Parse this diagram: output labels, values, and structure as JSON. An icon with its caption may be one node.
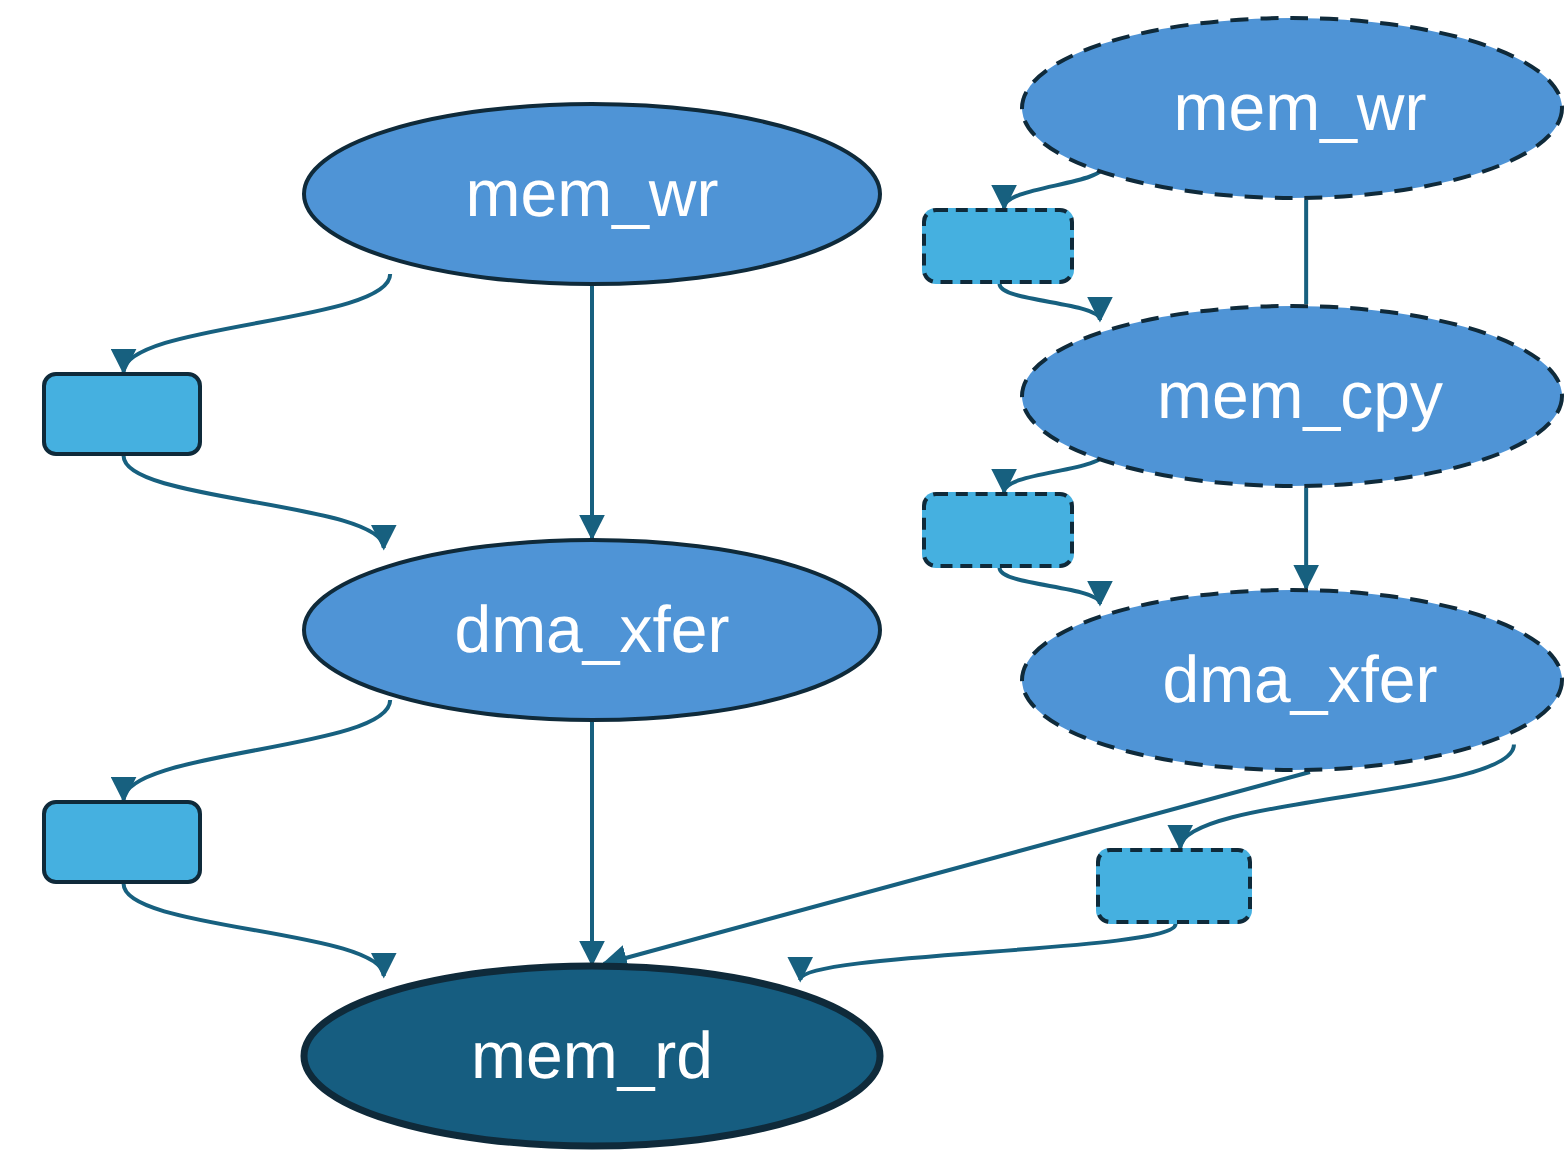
{
  "diagram": {
    "nodes": [
      {
        "text": [
          "mem_wr"
        ]
      },
      {
        "text": [],
        "shape": "box"
      },
      {
        "text": [
          "dma_xfer"
        ]
      },
      {
        "text": [],
        "shape": "box"
      },
      {
        "text": [
          "mem_rd"
        ]
      },
      {
        "text": [
          "mem_wr"
        ]
      },
      {
        "text": [],
        "shape": "box"
      },
      {
        "text": [
          "mem_cpy"
        ]
      },
      {
        "text": [],
        "shape": "box"
      },
      {
        "text": [
          "dma_xfer"
        ]
      },
      {
        "text": [],
        "shape": "box"
      }
    ],
    "edges": [
      {
        "from": 0,
        "to": 1,
        "arrow": "to"
      },
      {
        "from": 1,
        "to": 2,
        "arrow": "to"
      },
      {
        "from": 0,
        "to": 2,
        "arrow": "to"
      },
      {
        "from": 2,
        "to": 3,
        "arrow": "to"
      },
      {
        "from": 3,
        "to": 4,
        "arrow": "to"
      },
      {
        "from": 2,
        "to": 4,
        "arrow": "to"
      },
      {
        "from": 5,
        "to": 6,
        "arrow": "to"
      },
      {
        "from": 6,
        "to": 7,
        "arrow": "to"
      },
      {
        "from": 5,
        "to": 7,
        "arrow": "none"
      },
      {
        "from": 7,
        "to": 8,
        "arrow": "to"
      },
      {
        "from": 8,
        "to": 9,
        "arrow": "to"
      },
      {
        "from": 7,
        "to": 9,
        "arrow": "to"
      },
      {
        "from": 9,
        "to": 10,
        "arrow": "to"
      },
      {
        "from": 10,
        "to": 4,
        "arrow": "to"
      },
      {
        "from": 9,
        "to": 4,
        "arrow": "to"
      }
    ]
  }
}
